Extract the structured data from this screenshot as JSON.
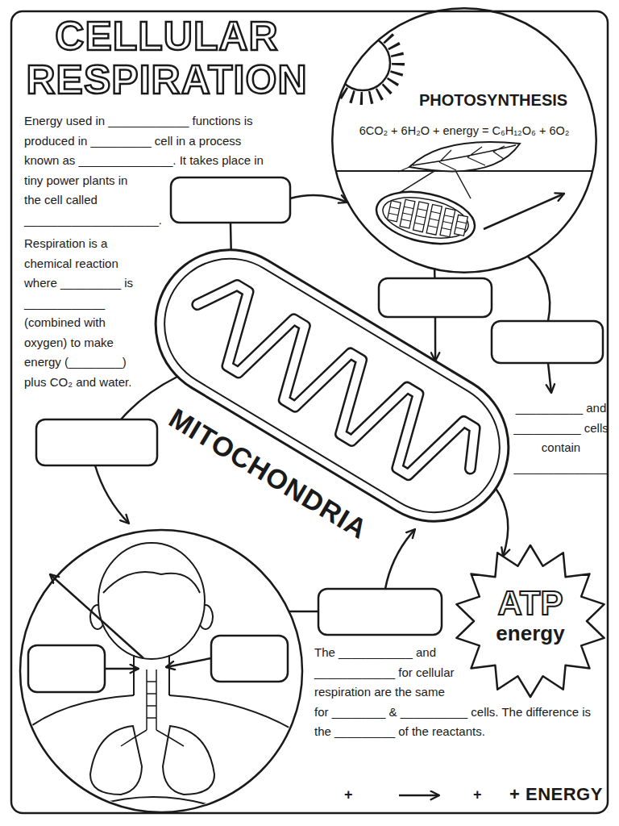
{
  "diagram": {
    "title": "CELLULAR RESPIRATION",
    "nodes": [
      {
        "text": [
          "PHOTOSYNTHESIS",
          "6CO₂ + 6H₂O + energy = C₆H₁₂O₆ + 6O₂"
        ]
      },
      {
        "text": [
          "MITOCHONDRIA"
        ]
      },
      {
        "text": [
          "ATP",
          "energy"
        ]
      }
    ],
    "edges": [
      {
        "from": 1,
        "to": 0,
        "arrow": "to"
      },
      {
        "from": 0,
        "to": 1,
        "arrow": "to"
      },
      {
        "from": 1,
        "to": 2,
        "arrow": "to"
      }
    ],
    "labels": [
      "Energy used in ____________ functions is produced in _________ cell in a process known as ______________. It takes place in tiny power plants in the cell called ____________________.",
      "Respiration is a chemical reaction where _________ is ____________ (combined with oxygen) to make energy (________) plus CO₂ and water.",
      "__________ and __________ cells contain ______________",
      "The ___________ and ____________ for cellular respiration are the same for ________ & __________ cells. The difference is the _________ of the reactants.",
      "+",
      "+",
      "+ ENERGY"
    ]
  }
}
